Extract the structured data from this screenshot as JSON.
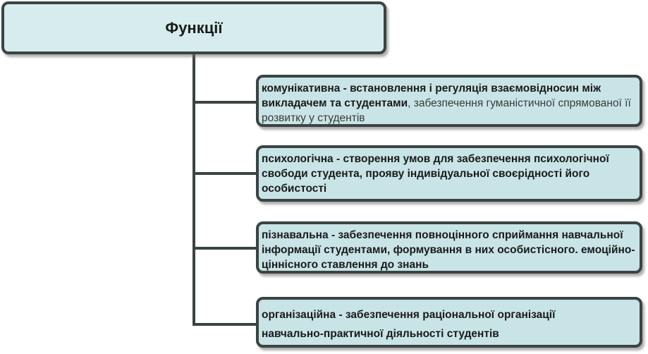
{
  "title": "Функції",
  "functions": [
    {
      "main": "комунікативна - встановлення  і регуляція взаємовідносин між викладачем та студентами",
      "rest": ", забезпечення гуманістичної спрямованої її розвитку у студентів"
    },
    {
      "main": "психологічна - створення умов для забезпечення психологічної свободи студента, прояву індивідуальної своєрідності його особистості",
      "rest": ""
    },
    {
      "main": "пізнавальна - забезпечення повноцінного сприймання навчальної інформації студентами, формування в них особистісного. емоційно-ціннісного ставлення до знань",
      "rest": ""
    },
    {
      "main": "організаційна - забезпечення раціональної організації",
      "rest": "навчально-практичної діяльності  студентів"
    }
  ],
  "colors": {
    "box_fill": "#c8e4e6",
    "title_fill": "#d6ecee",
    "border": "#3b4343"
  }
}
